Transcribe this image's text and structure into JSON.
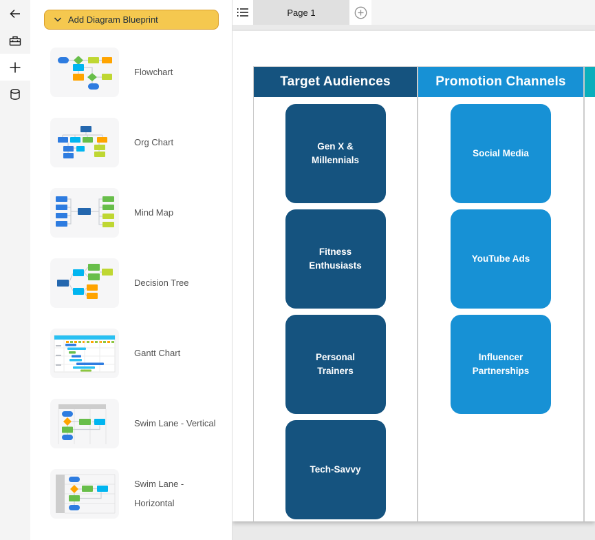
{
  "sidebar": {
    "items": [
      {
        "id": "back",
        "icon": "arrow-left-icon"
      },
      {
        "id": "toolbox",
        "icon": "briefcase-icon"
      },
      {
        "id": "add",
        "icon": "plus-icon",
        "active": true
      },
      {
        "id": "data",
        "icon": "database-icon"
      }
    ]
  },
  "blueprint_panel": {
    "button_label": "Add Diagram Blueprint",
    "button_color": "#f5c84f",
    "button_border_color": "#da9e2c",
    "items": [
      {
        "label": "Flowchart"
      },
      {
        "label": "Org Chart"
      },
      {
        "label": "Mind Map"
      },
      {
        "label": "Decision Tree"
      },
      {
        "label": "Gantt Chart"
      },
      {
        "label": "Swim Lane - Vertical"
      },
      {
        "label": "Swim Lane - Horizontal"
      }
    ]
  },
  "tabbar": {
    "page_tab": "Page 1",
    "active_tab_color": "#e0e0e0"
  },
  "canvas": {
    "lanes": [
      {
        "title": "Target Audiences",
        "color": "#15537f",
        "items": [
          "Gen X & Millennials",
          "Fitness Enthusiasts",
          "Personal Trainers",
          "Tech-Savvy"
        ]
      },
      {
        "title": "Promotion Channels",
        "color": "#1791d5",
        "items": [
          "Social Media",
          "YouTube Ads",
          "Influencer Partnerships"
        ]
      },
      {
        "title": "",
        "color": "#0aaebc",
        "items": []
      }
    ]
  }
}
